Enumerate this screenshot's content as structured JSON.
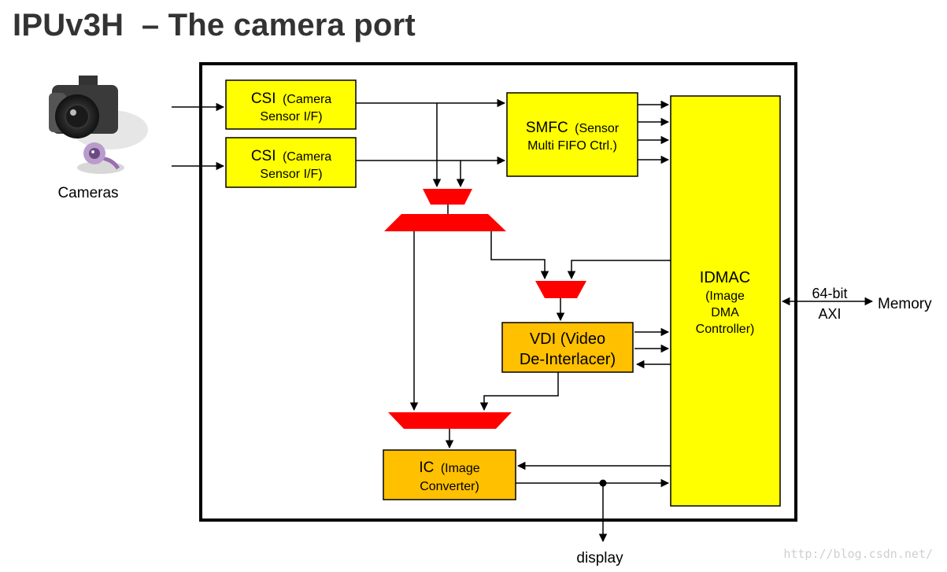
{
  "page": {
    "title": "IPUv3H  – The camera port"
  },
  "labels": {
    "cameras": "Cameras",
    "memory": "Memory",
    "bus_width": "64-bit",
    "bus_type": "AXI",
    "display": "display"
  },
  "blocks": {
    "csi1": {
      "name": "CSI",
      "desc_1": "(Camera",
      "desc_2": "Sensor I/F)"
    },
    "csi2": {
      "name": "CSI",
      "desc_1": "(Camera",
      "desc_2": "Sensor I/F)"
    },
    "smfc": {
      "name": "SMFC",
      "desc_1": "(Sensor",
      "desc_2": "Multi FIFO Ctrl.)"
    },
    "idmac": {
      "name": "IDMAC",
      "desc_1": "(Image",
      "desc_2": "DMA",
      "desc_3": "Controller)"
    },
    "vdi": {
      "line_1": "VDI (Video",
      "line_2": "De-Interlacer)"
    },
    "ic": {
      "name": "IC",
      "desc_1": "(Image",
      "desc_2": "Converter)"
    }
  },
  "watermark": "http://blog.csdn.net/",
  "colors": {
    "block_yellow": "#ffff00",
    "block_orange": "#ffc000",
    "mux_red": "#ff0000",
    "title": "#333333"
  },
  "icons": [
    "camera-icon",
    "webcam-icon"
  ]
}
